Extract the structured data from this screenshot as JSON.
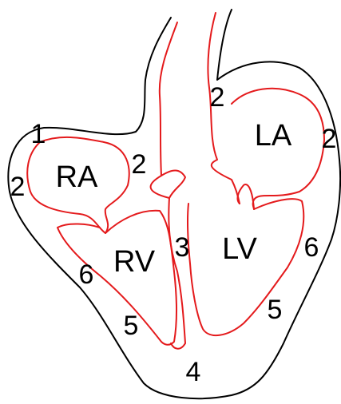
{
  "colors": {
    "outline": "#000000",
    "chamber_wall": "#e41a1c",
    "background": "#ffffff"
  },
  "chambers": {
    "right_atrium": "RA",
    "left_atrium": "LA",
    "right_ventricle": "RV",
    "left_ventricle": "LV"
  },
  "segment_numbers": {
    "upper_left": "1",
    "left_side": "2",
    "ra_upper_right": "2",
    "aortic_area": "2",
    "la_right": "2",
    "septum": "3",
    "apex": "4",
    "lv_lower": "5",
    "rv_lower": "5",
    "rv_left": "6",
    "lv_right": "6"
  }
}
